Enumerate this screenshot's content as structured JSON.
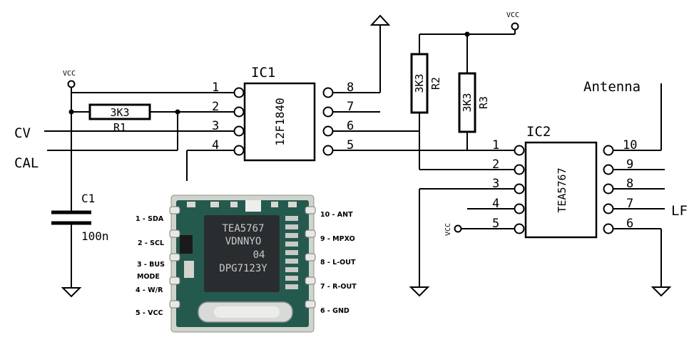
{
  "ic1": {
    "ref": "IC1",
    "part": "12F1840",
    "pins_left": [
      "1",
      "2",
      "3",
      "4"
    ],
    "pins_right": [
      "8",
      "7",
      "6",
      "5"
    ]
  },
  "ic2": {
    "ref": "IC2",
    "part": "TEA5767",
    "pins_left": [
      "1",
      "2",
      "3",
      "4",
      "5"
    ],
    "pins_right": [
      "10",
      "9",
      "8",
      "7",
      "6"
    ]
  },
  "r1": {
    "value": "3K3",
    "ref": "R1"
  },
  "r2": {
    "value": "3K3",
    "ref": "R2"
  },
  "r3": {
    "value": "3K3",
    "ref": "R3"
  },
  "c1": {
    "ref": "C1",
    "value": "100n"
  },
  "labels": {
    "vcc_left": "VCC",
    "vcc_top": "VCC",
    "vcc_ic2": "VCC",
    "cv": "CV",
    "cal": "CAL",
    "antenna": "Antenna",
    "lf": "LF"
  },
  "module_photo": {
    "chip_marking": [
      "TEA5767",
      "VDNNYO",
      "04",
      "DPG7123Y"
    ],
    "pins_left": [
      "1 - SDA",
      "2 - SCL",
      "3 - BUS",
      "MODE",
      "4 - W/R",
      "5 - VCC"
    ],
    "pins_right": [
      "10 - ANT",
      "9 - MPXO",
      "8 - L-OUT",
      "7 - R-OUT",
      "6 - GND"
    ]
  }
}
